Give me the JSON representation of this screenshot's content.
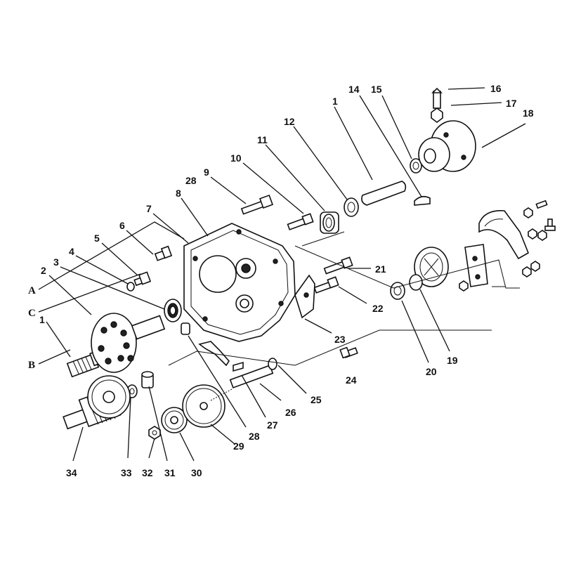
{
  "diagram": {
    "callouts": [
      {
        "id": "c1a",
        "text": "1"
      },
      {
        "id": "c1b",
        "text": "1"
      },
      {
        "id": "c2",
        "text": "2"
      },
      {
        "id": "c3",
        "text": "3"
      },
      {
        "id": "c4",
        "text": "4"
      },
      {
        "id": "c5",
        "text": "5"
      },
      {
        "id": "c6",
        "text": "6"
      },
      {
        "id": "c7",
        "text": "7"
      },
      {
        "id": "c8",
        "text": "8"
      },
      {
        "id": "c9",
        "text": "9"
      },
      {
        "id": "c10",
        "text": "10"
      },
      {
        "id": "c11",
        "text": "11"
      },
      {
        "id": "c12",
        "text": "12"
      },
      {
        "id": "c14",
        "text": "14"
      },
      {
        "id": "c15",
        "text": "15"
      },
      {
        "id": "c16",
        "text": "16"
      },
      {
        "id": "c17",
        "text": "17"
      },
      {
        "id": "c18",
        "text": "18"
      },
      {
        "id": "c19",
        "text": "19"
      },
      {
        "id": "c20",
        "text": "20"
      },
      {
        "id": "c21",
        "text": "21"
      },
      {
        "id": "c22",
        "text": "22"
      },
      {
        "id": "c23",
        "text": "23"
      },
      {
        "id": "c24",
        "text": "24"
      },
      {
        "id": "c25",
        "text": "25"
      },
      {
        "id": "c26",
        "text": "26"
      },
      {
        "id": "c27",
        "text": "27"
      },
      {
        "id": "c28a",
        "text": "28"
      },
      {
        "id": "c28b",
        "text": "28"
      },
      {
        "id": "c29",
        "text": "29"
      },
      {
        "id": "c30",
        "text": "30"
      },
      {
        "id": "c31",
        "text": "31"
      },
      {
        "id": "c32",
        "text": "32"
      },
      {
        "id": "c33",
        "text": "33"
      },
      {
        "id": "c34",
        "text": "34"
      }
    ],
    "references": [
      {
        "id": "rA",
        "text": "A"
      },
      {
        "id": "rB",
        "text": "B"
      },
      {
        "id": "rC",
        "text": "C"
      }
    ]
  }
}
